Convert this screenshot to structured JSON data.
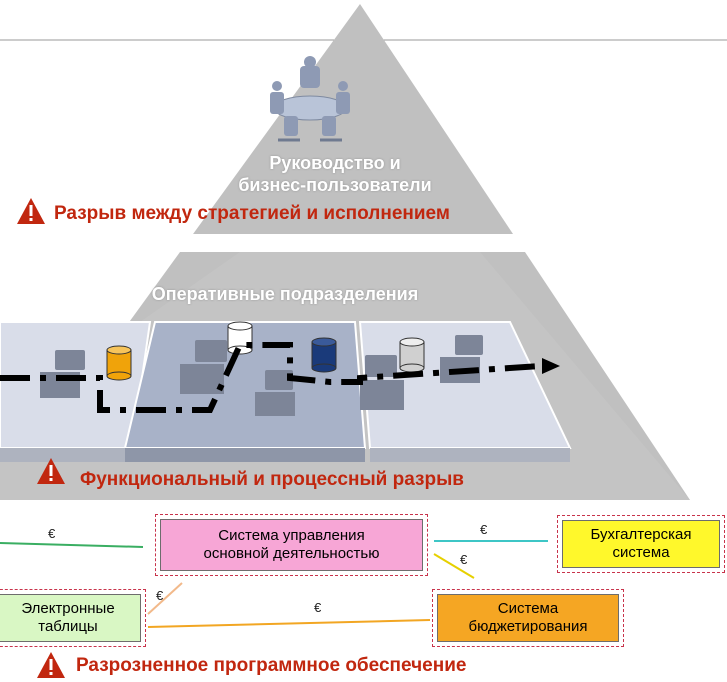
{
  "pyramid": {
    "top_label_line1": "Руководство и",
    "top_label_line2": "бизнес-пользователи",
    "middle_label": "Оперативные подразделения"
  },
  "warnings": {
    "strategy_gap": "Разрыв между стратегией и исполнением",
    "functional_gap": "Функциональный и процессный разрыв",
    "software_gap": "Разрозненное программное обеспечение"
  },
  "systems": {
    "core": {
      "line1": "Система управления",
      "line2": "основной деятельностью",
      "fill": "#f7a6d6"
    },
    "accounting": {
      "line1": "Бухгалтерская",
      "line2": "система",
      "fill": "#fff82b"
    },
    "spreadsheets": {
      "line1": "Электронные",
      "line2": "таблицы",
      "fill": "#d9f7c4"
    },
    "budgeting": {
      "line1": "Система",
      "line2": "бюджетирования",
      "fill": "#f5a623"
    }
  },
  "euro_labels": [
    "€",
    "€",
    "€",
    "€",
    "€"
  ],
  "colors": {
    "pyramid_gray": "#c0c0c0",
    "warning_red": "#c1270f",
    "database_orange": "#f0a30a",
    "database_blue": "#1a3a7a",
    "database_white": "#ffffff",
    "database_gray": "#d0d0d0"
  }
}
